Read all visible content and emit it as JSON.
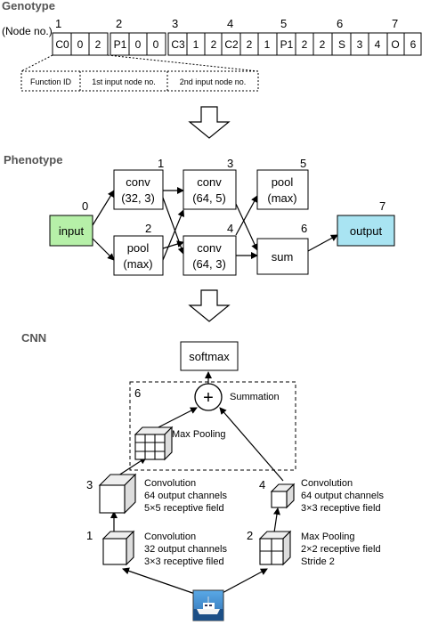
{
  "genotype": {
    "title": "Genotype",
    "node_no_label": "(Node no.)",
    "genes": [
      {
        "no": "1",
        "cells": [
          "C0",
          "0",
          "2"
        ]
      },
      {
        "no": "2",
        "cells": [
          "P1",
          "0",
          "0"
        ]
      },
      {
        "no": "3",
        "cells": [
          "C3",
          "1",
          "2"
        ]
      },
      {
        "no": "4",
        "cells": [
          "C2",
          "2",
          "1"
        ]
      },
      {
        "no": "5",
        "cells": [
          "P1",
          "2",
          "2"
        ]
      },
      {
        "no": "6",
        "cells": [
          "S",
          "3",
          "4"
        ]
      },
      {
        "no": "7",
        "cells": [
          "O",
          "6"
        ]
      }
    ],
    "legend": [
      "Function ID",
      "1st input node no.",
      "2nd input node no."
    ]
  },
  "phenotype": {
    "title": "Phenotype",
    "nodes": {
      "input": {
        "no": "0",
        "lines": [
          "input"
        ],
        "fill": "#b6f0a8"
      },
      "conv1": {
        "no": "1",
        "lines": [
          "conv",
          "(32, 3)"
        ]
      },
      "pool2": {
        "no": "2",
        "lines": [
          "pool",
          "(max)"
        ]
      },
      "conv3": {
        "no": "3",
        "lines": [
          "conv",
          "(64, 5)"
        ]
      },
      "conv4": {
        "no": "4",
        "lines": [
          "conv",
          "(64, 3)"
        ]
      },
      "pool5": {
        "no": "5",
        "lines": [
          "pool",
          "(max)"
        ]
      },
      "sum6": {
        "no": "6",
        "lines": [
          "sum"
        ]
      },
      "output": {
        "no": "7",
        "lines": [
          "output"
        ],
        "fill": "#a9e4f2"
      }
    }
  },
  "cnn": {
    "title": "CNN",
    "softmax": "softmax",
    "summation": "Summation",
    "plus": "+",
    "group_no": "6",
    "maxpool_label": "Max Pooling",
    "blocks": [
      {
        "no": "1",
        "lines": [
          "Convolution",
          "32 output channels",
          "3×3 receptive filed"
        ]
      },
      {
        "no": "2",
        "lines": [
          "Max Pooling",
          "2×2 receptive field",
          "Stride  2"
        ]
      },
      {
        "no": "3",
        "lines": [
          "Convolution",
          "64 output channels",
          "5×5 receptive field"
        ]
      },
      {
        "no": "4",
        "lines": [
          "Convolution",
          "64 output channels",
          "3×3 receptive field"
        ]
      }
    ]
  }
}
